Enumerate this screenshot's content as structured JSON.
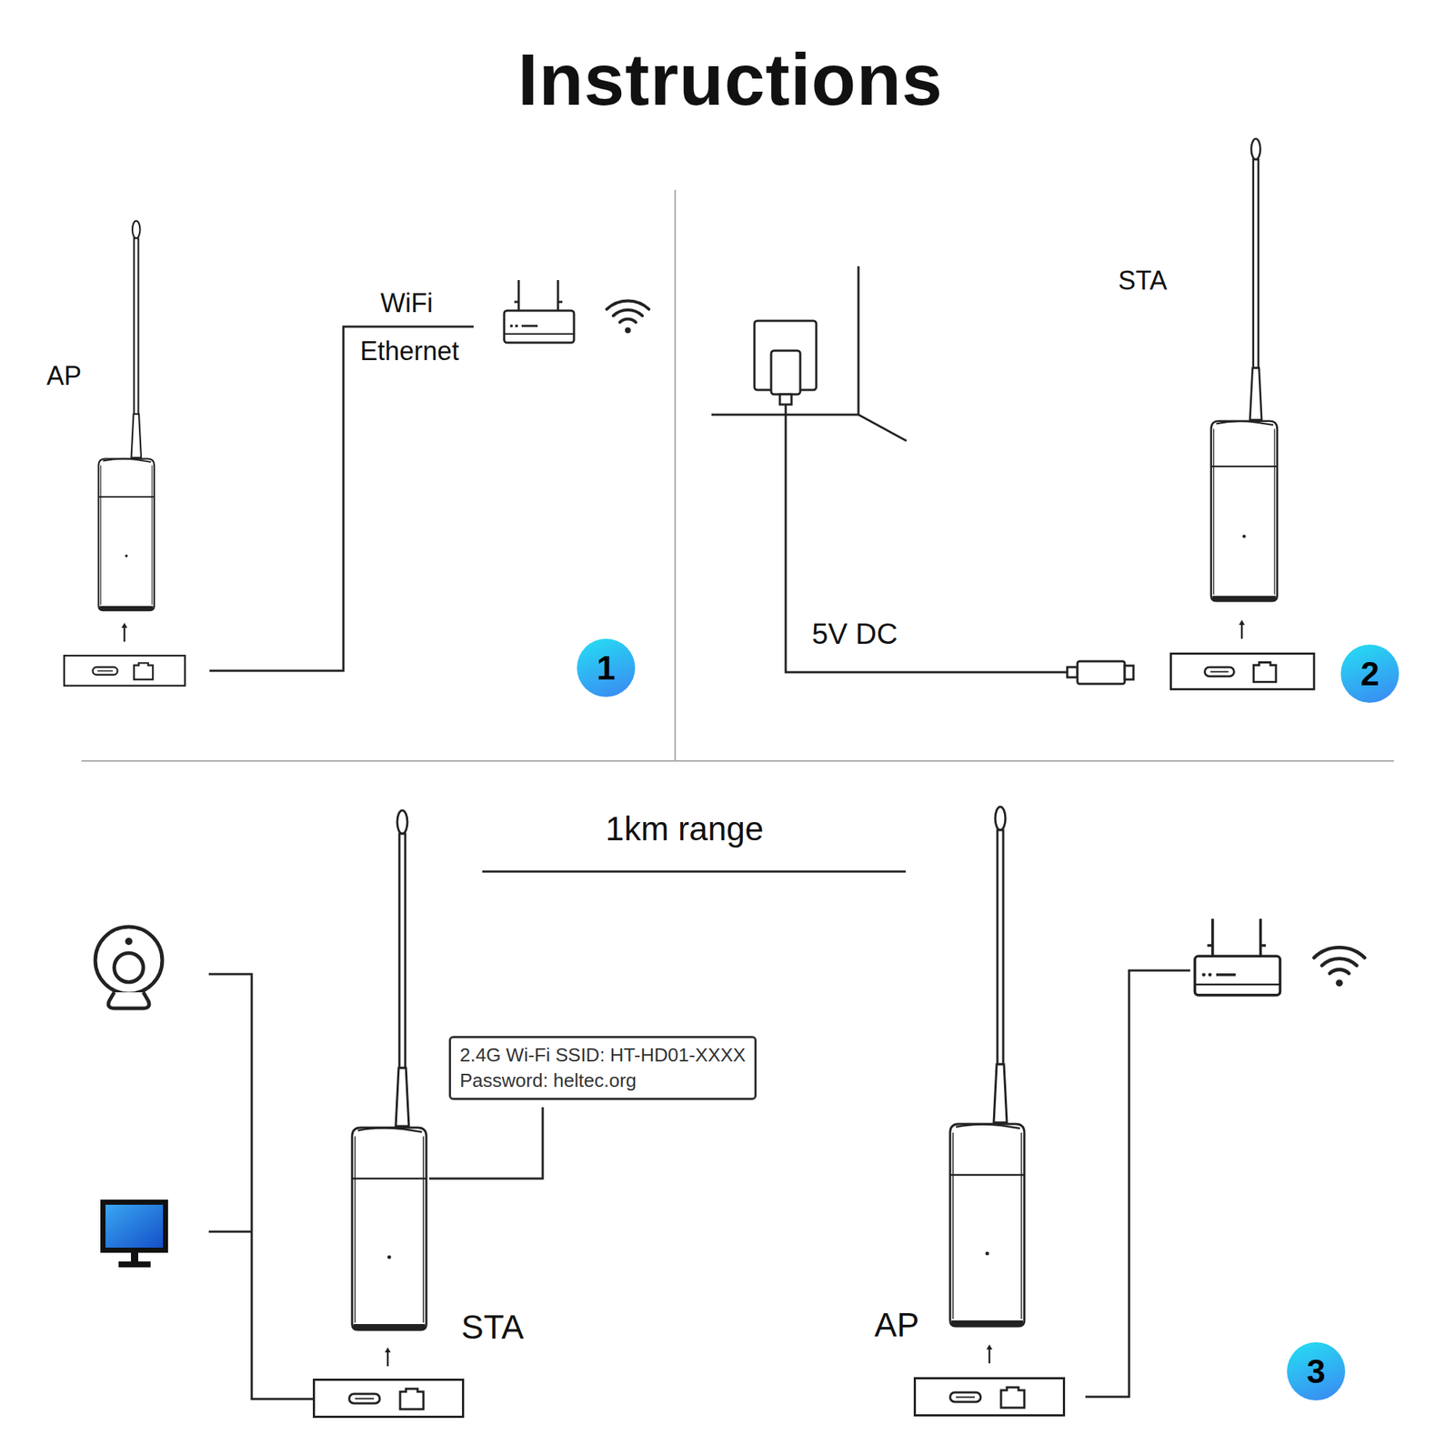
{
  "diagram": {
    "title": "Instructions",
    "nodes": [
      {
        "text": [
          "1"
        ]
      },
      {
        "text": [
          "2"
        ]
      },
      {
        "text": [
          "2.4G Wi-Fi SSID: HT-HD01-XXXX",
          "Password: heltec.org"
        ]
      },
      {
        "text": [
          "3"
        ]
      }
    ],
    "labels": [
      "AP",
      "WiFi",
      "Ethernet",
      "STA",
      "5V DC",
      "1km range",
      "STA",
      "AP"
    ]
  }
}
